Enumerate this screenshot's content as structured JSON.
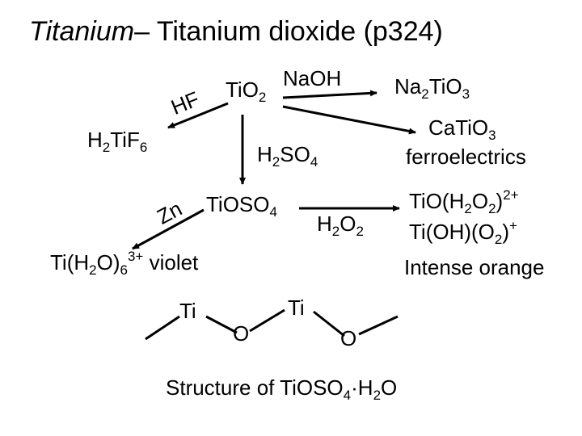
{
  "title": {
    "italic": "Titanium",
    "dash": "–",
    "rest": " Titanium dioxide (p324)"
  },
  "nodes": {
    "tio2": {
      "main": "TiO",
      "sub": "2"
    },
    "na2tio3": {
      "a": "Na",
      "sub1": "2",
      "b": "TiO",
      "sub2": "3"
    },
    "catio3": {
      "a": "CaTiO",
      "sub": "3"
    },
    "ferro": "ferroelectrics",
    "h2tif6": {
      "a": "H",
      "sub1": "2",
      "b": "TiF",
      "sub2": "6"
    },
    "tioso4": {
      "a": "TiOSO",
      "sub": "4"
    },
    "peroxo1": {
      "a": "TiO(H",
      "sub1": "2",
      "b": "O",
      "sub2": "2",
      "c": ")",
      "sup": "2+"
    },
    "peroxo2": {
      "a": "Ti(OH)(O",
      "sub": "2",
      "b": ")",
      "sup": "+"
    },
    "orange": "Intense orange",
    "violet": {
      "a": "Ti(H",
      "sub1": "2",
      "b": "O)",
      "sub2": "6",
      "sup": "3+",
      "c": " violet"
    }
  },
  "reagents": {
    "naoh": "NaOH",
    "hf": "HF",
    "h2so4": {
      "a": "H",
      "sub1": "2",
      "b": "SO",
      "sub2": "4"
    },
    "zn": "Zn",
    "h2o2": {
      "a": "H",
      "sub1": "2",
      "b": "O",
      "sub2": "2"
    }
  },
  "structure": {
    "ti1": "Ti",
    "ti2": "Ti",
    "o1": "O",
    "o2": "O",
    "caption": {
      "a": "Structure of TiOSO",
      "sub1": "4",
      "dot": "·",
      "b": "H",
      "sub2": "2",
      "c": "O"
    }
  },
  "colors": {
    "text": "#000000",
    "background": "#ffffff"
  }
}
